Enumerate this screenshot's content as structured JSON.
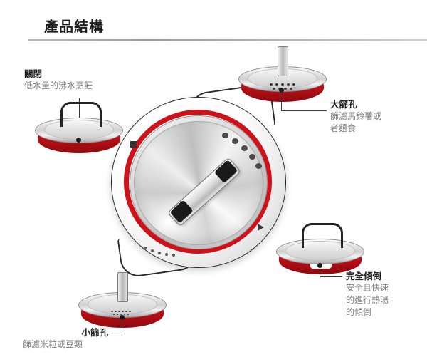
{
  "header": {
    "title": "產品結構"
  },
  "callouts": [
    {
      "id": "closed",
      "title": "關閉",
      "description": "低水量的沸水烹飪",
      "lid_state": "closed-arch-handle"
    },
    {
      "id": "large-holes",
      "title": "大篩孔",
      "description_line1": "篩濾馬鈴薯或",
      "description_line2": "者麵食",
      "lid_state": "large-perforations"
    },
    {
      "id": "full-pour",
      "title": "完全傾倒",
      "description_line1": "安全且快速",
      "description_line2": "的進行熱湯",
      "description_line3": "的傾倒",
      "lid_state": "open-notch"
    },
    {
      "id": "small-holes",
      "title": "小篩孔",
      "description": "篩濾米粒或豆類",
      "lid_state": "small-perforations"
    }
  ],
  "product": {
    "name": "multi-function-straining-pot",
    "body_color": "#ffffff",
    "accent_color": "#cf1119",
    "lid_color": "#d9d9d9",
    "handle_color": "#2b2b2b"
  },
  "colors": {
    "accent_red": "#cf1119",
    "title_text": "#1d1d1d",
    "label_text": "#1f1f1f",
    "desc_text": "#7d7d7d",
    "rule": "#b9b9b9",
    "leader_line": "#3a3a3a"
  }
}
